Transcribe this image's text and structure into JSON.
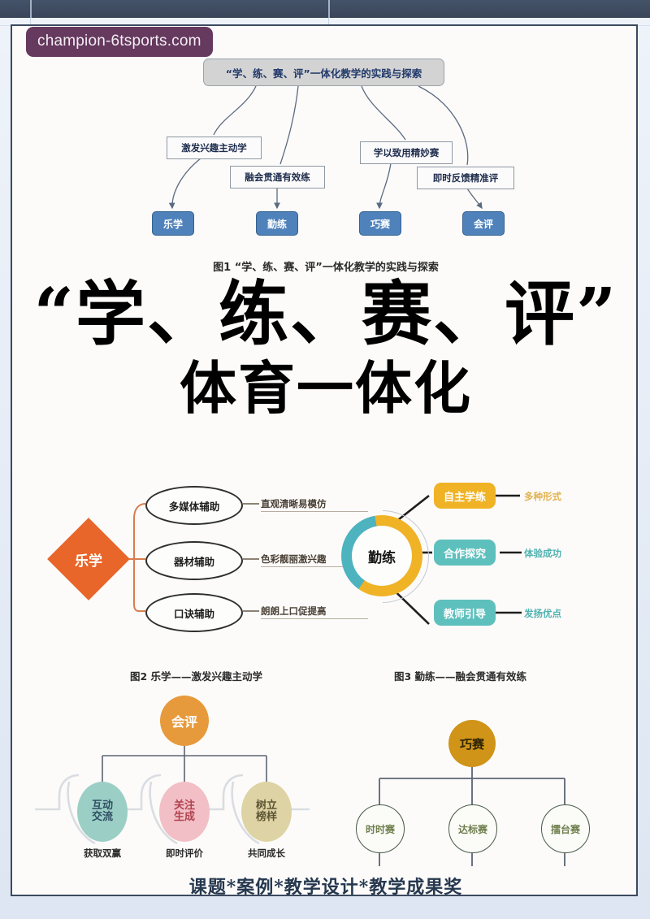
{
  "watermark": {
    "text": "champion-6tsports.com",
    "color": "#66395f"
  },
  "document": {
    "main_title_line1": "“学、练、赛、评”",
    "main_title_line2": "体育一体化",
    "footer_caption": "课题*案例*教学设计*教学成果奖"
  },
  "figure1": {
    "caption": "图1  “学、练、赛、评”一体化教学的实践与探索",
    "root": "“学、练、赛、评”一体化教学的实践与探索",
    "mid_boxes": [
      "激发兴趣主动学",
      "融会贯通有效练",
      "学以致用精妙赛",
      "即时反馈精准评"
    ],
    "leaf_boxes": [
      "乐学",
      "勤练",
      "巧赛",
      "会评"
    ],
    "root_color": "#d3d3d3",
    "leaf_color": "#4f82bb"
  },
  "figure2": {
    "caption": "图2  乐学——激发兴趣主动学",
    "center": "乐学",
    "center_color": "#e8662a",
    "branches": [
      {
        "node": "多媒体辅助",
        "label": "直观清晰易模仿"
      },
      {
        "node": "器材辅助",
        "label": "色彩靓丽激兴趣"
      },
      {
        "node": "口诀辅助",
        "label": "朗朗上口促提高"
      }
    ]
  },
  "figure3": {
    "caption": "图3  勤练——融会贯通有效练",
    "center": "勤练",
    "ring_colors": [
      "#f0b326",
      "#4db3bf"
    ],
    "branches": [
      {
        "node": "自主学练",
        "label": "多种形式",
        "color": "#f0b326"
      },
      {
        "node": "合作探究",
        "label": "体验成功",
        "color": "#5ec0bd"
      },
      {
        "node": "教师引导",
        "label": "发扬优点",
        "color": "#5ec0bd"
      }
    ]
  },
  "figure4": {
    "center": "会评",
    "center_color": "#e79a3c",
    "branches": [
      {
        "node": "互动\n交流",
        "node_l1": "互动",
        "node_l2": "交流",
        "label": "获取双赢",
        "color": "#9bcfc6"
      },
      {
        "node": "关注\n生成",
        "node_l1": "关注",
        "node_l2": "生成",
        "label": "即时评价",
        "color": "#f2bfc6"
      },
      {
        "node": "树立\n榜样",
        "node_l1": "树立",
        "node_l2": "榜样",
        "label": "共同成长",
        "color": "#ded3a4"
      }
    ]
  },
  "figure5": {
    "center": "巧赛",
    "center_color": "#cf9418",
    "branches": [
      {
        "node": "时时赛"
      },
      {
        "node": "达标赛"
      },
      {
        "node": "擂台赛"
      }
    ]
  }
}
